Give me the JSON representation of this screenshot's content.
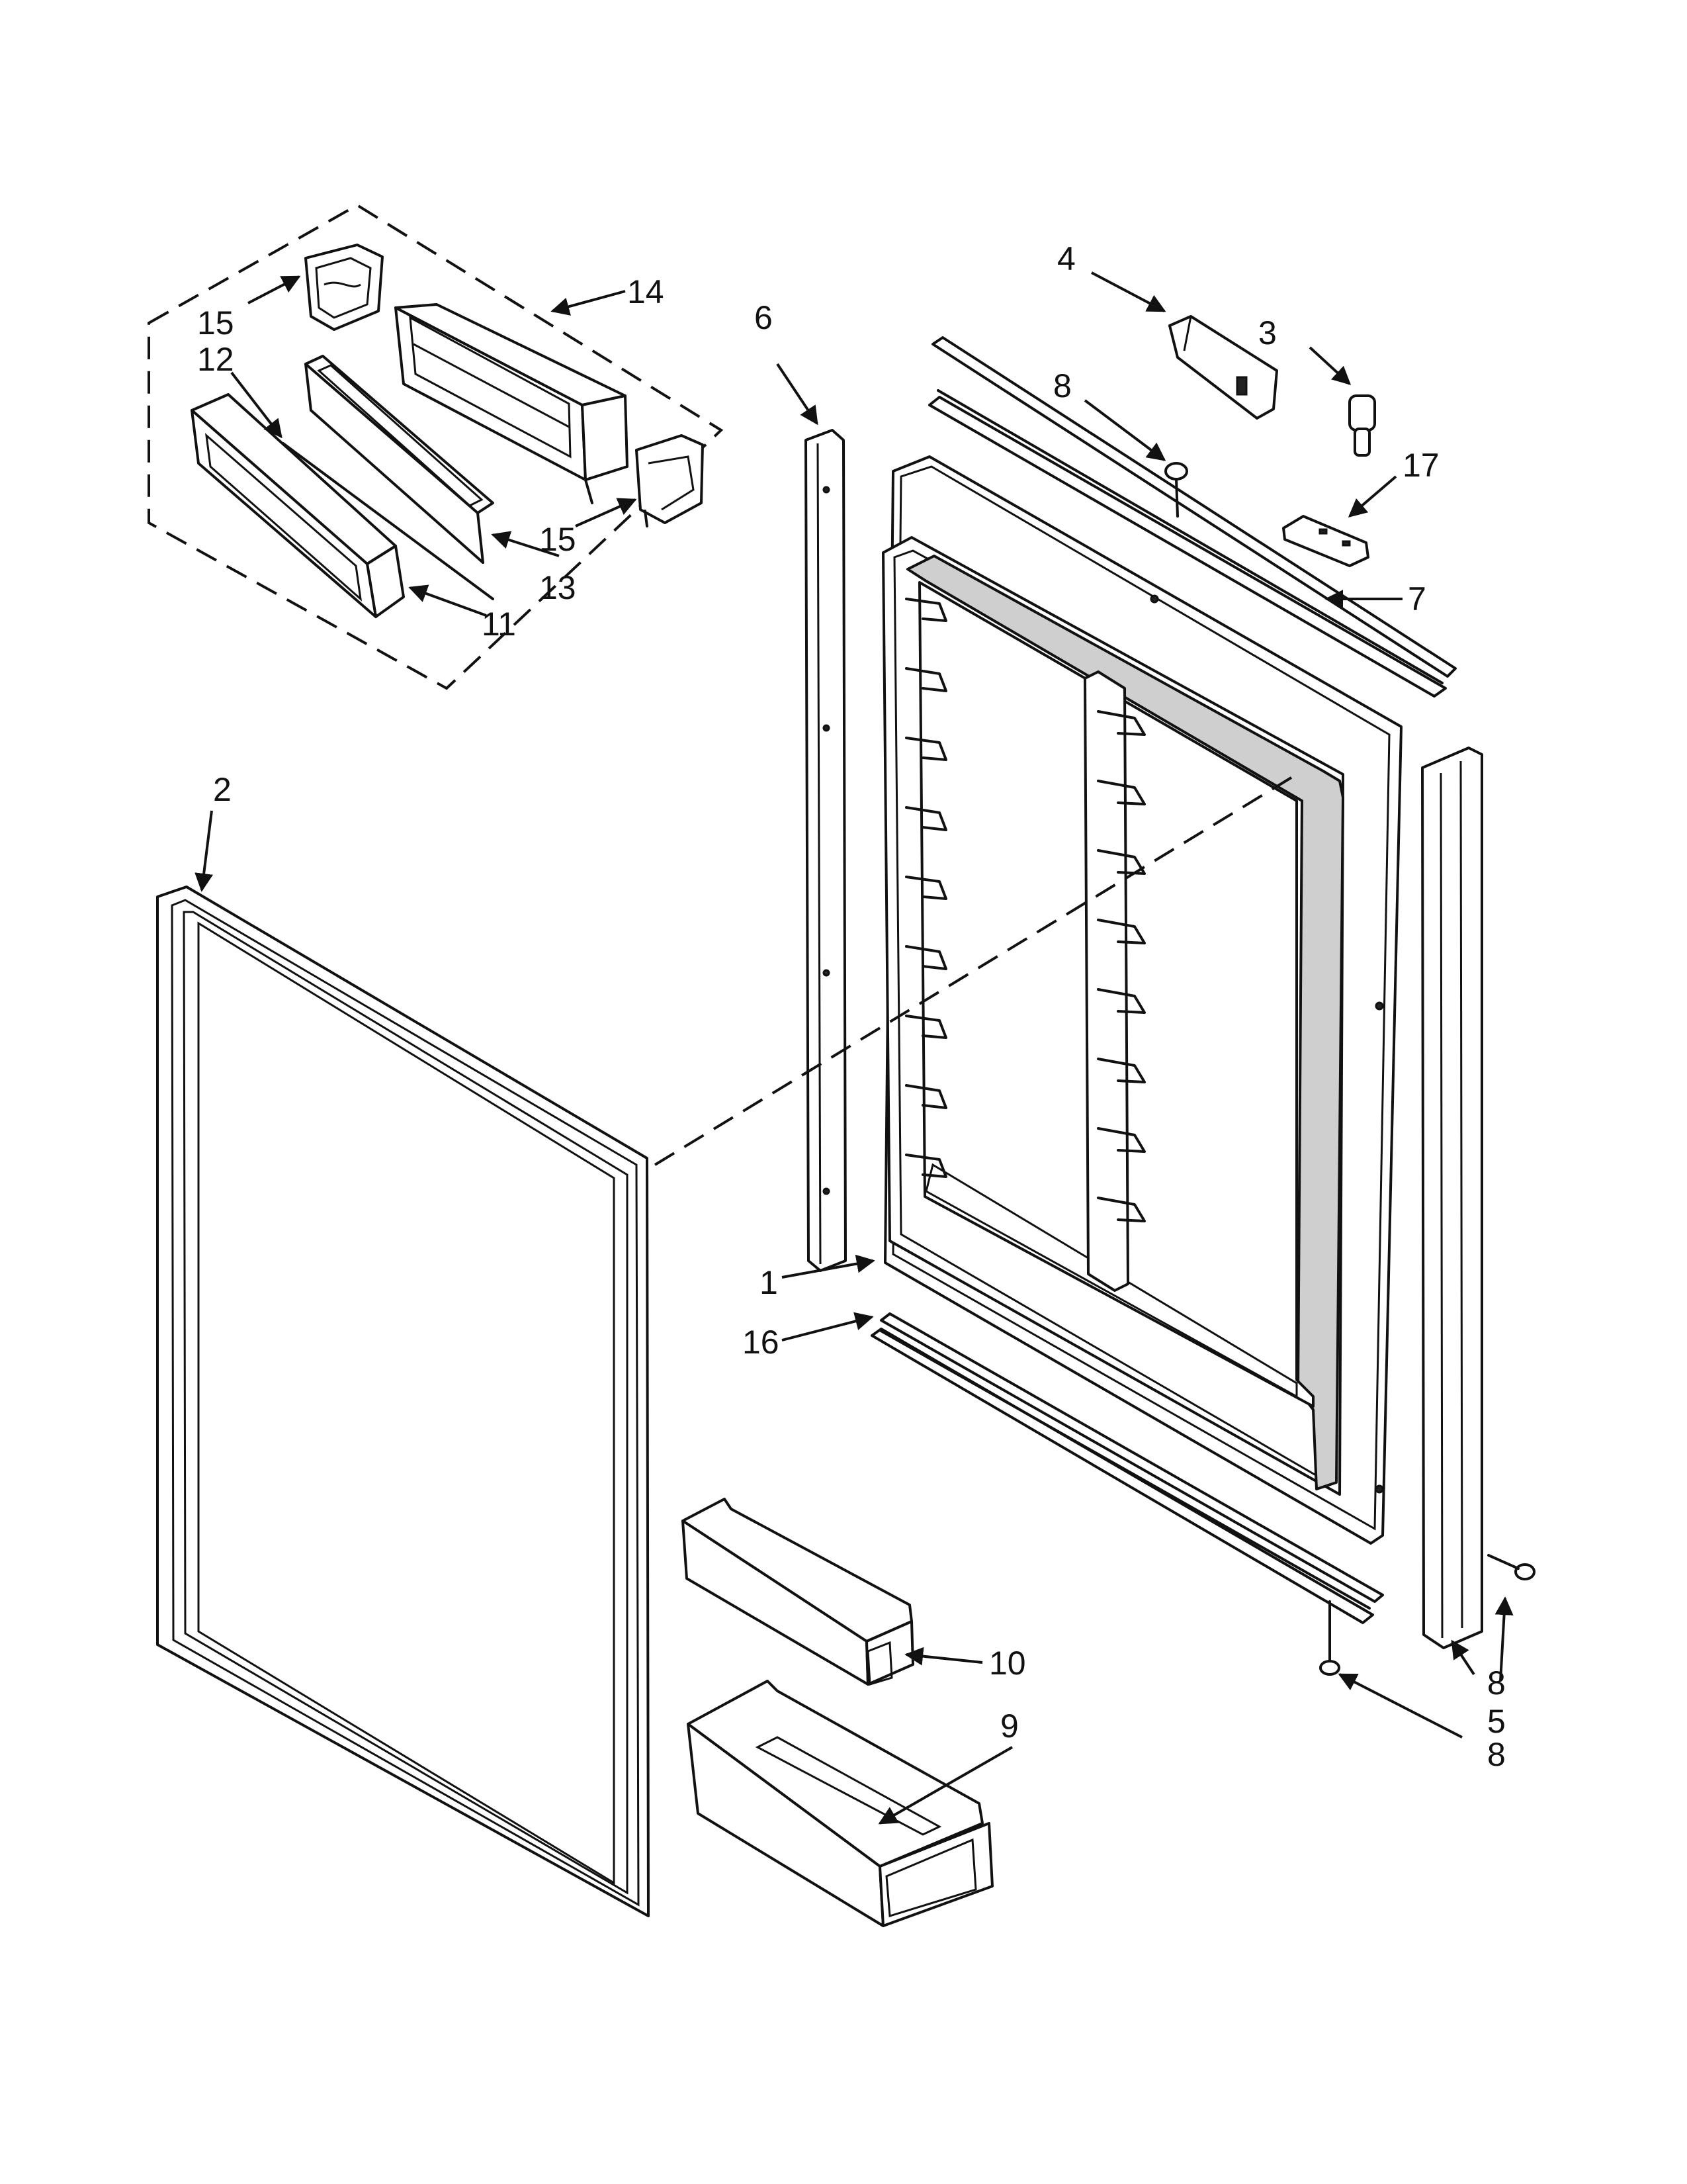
{
  "diagram": {
    "callouts": [
      {
        "id": "c14",
        "label": "14"
      },
      {
        "id": "c15a",
        "label": "15"
      },
      {
        "id": "c12",
        "label": "12"
      },
      {
        "id": "c15b",
        "label": "15"
      },
      {
        "id": "c13",
        "label": "13"
      },
      {
        "id": "c11",
        "label": "11"
      },
      {
        "id": "c6",
        "label": "6"
      },
      {
        "id": "c4",
        "label": "4"
      },
      {
        "id": "c3",
        "label": "3"
      },
      {
        "id": "c8a",
        "label": "8"
      },
      {
        "id": "c17",
        "label": "17"
      },
      {
        "id": "c7",
        "label": "7"
      },
      {
        "id": "c2",
        "label": "2"
      },
      {
        "id": "c1",
        "label": "1"
      },
      {
        "id": "c16",
        "label": "16"
      },
      {
        "id": "c10",
        "label": "10"
      },
      {
        "id": "c9",
        "label": "9"
      },
      {
        "id": "c8b",
        "label": "8"
      },
      {
        "id": "c5",
        "label": "5"
      },
      {
        "id": "c8c",
        "label": "8"
      }
    ]
  }
}
